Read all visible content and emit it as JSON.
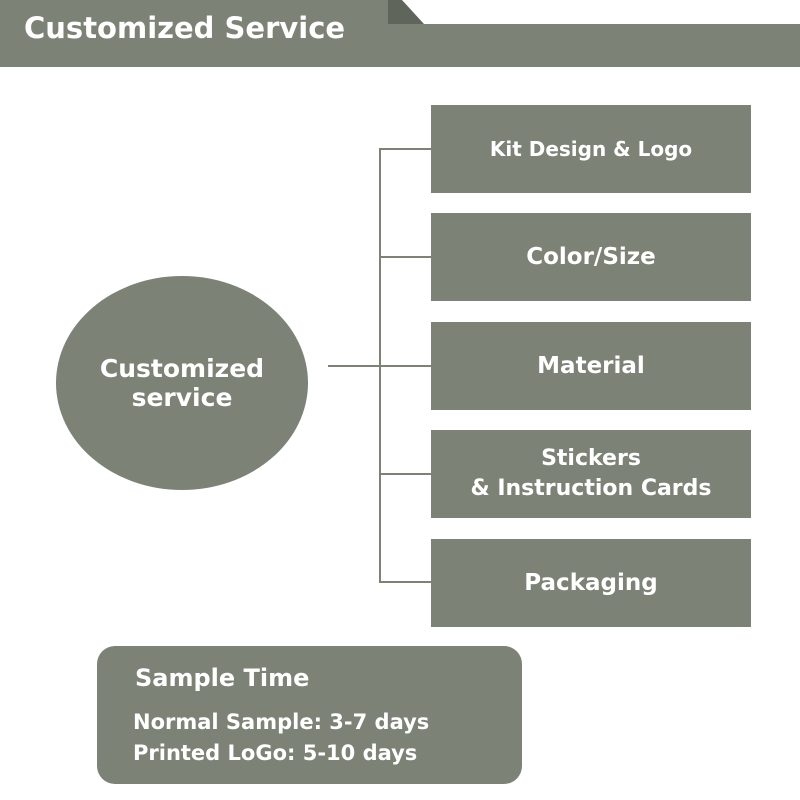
{
  "header": {
    "title": "Customized Service"
  },
  "hub": {
    "label": "Customized\nservice"
  },
  "branches": [
    {
      "label": "Kit Design & Logo"
    },
    {
      "label": "Color/Size"
    },
    {
      "label": "Material"
    },
    {
      "label": "Stickers\n& Instruction Cards"
    },
    {
      "label": "Packaging"
    }
  ],
  "sample_time": {
    "title": "Sample Time",
    "lines": [
      "Normal Sample: 3-7 days",
      "Printed LoGo: 5-10 days"
    ]
  },
  "colors": {
    "fill": "#7c8276",
    "line": "#7c8276",
    "text": "#ffffff",
    "background": "#ffffff"
  }
}
